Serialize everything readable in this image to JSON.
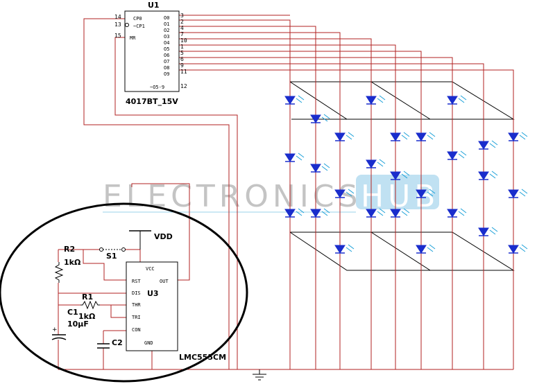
{
  "u1": {
    "refdes": "U1",
    "part": "4017BT_15V",
    "inputs": [
      {
        "pin": "14",
        "name": "CP0"
      },
      {
        "pin": "13",
        "name": "~CP1"
      },
      {
        "pin": "15",
        "name": "MR"
      }
    ],
    "outputs": [
      {
        "pin": "3",
        "name": "O0"
      },
      {
        "pin": "2",
        "name": "O1"
      },
      {
        "pin": "4",
        "name": "O2"
      },
      {
        "pin": "7",
        "name": "O3"
      },
      {
        "pin": "10",
        "name": "O4"
      },
      {
        "pin": "1",
        "name": "O5"
      },
      {
        "pin": "5",
        "name": "O6"
      },
      {
        "pin": "6",
        "name": "O7"
      },
      {
        "pin": "9",
        "name": "O8"
      },
      {
        "pin": "11",
        "name": "O9"
      }
    ],
    "carry": {
      "pin": "12",
      "name": "~O5-9"
    }
  },
  "u3": {
    "refdes": "U3",
    "part": "LMC555CM",
    "pins": {
      "vcc": "VCC",
      "out": "OUT",
      "rst": "RST",
      "dis": "DIS",
      "thr": "THR",
      "tri": "TRI",
      "con": "CON",
      "gnd": "GND"
    }
  },
  "components": {
    "r2": {
      "ref": "R2",
      "value": "1kΩ"
    },
    "r1": {
      "ref": "R1",
      "value": "1kΩ"
    },
    "c1": {
      "ref": "C1",
      "value": "10µF"
    },
    "c2": {
      "ref": "C2"
    },
    "s1": {
      "ref": "S1"
    },
    "vdd": "VDD"
  },
  "watermark": {
    "left": "ELECTRONICS",
    "right": "HUB"
  },
  "colors": {
    "wire": "#b22222",
    "led": "#1a2dcc",
    "led_highlight": "#1aa0d8",
    "ink": "#000000",
    "watermark": "#bfbfbf",
    "watermark_accent": "#4aa8d8"
  }
}
